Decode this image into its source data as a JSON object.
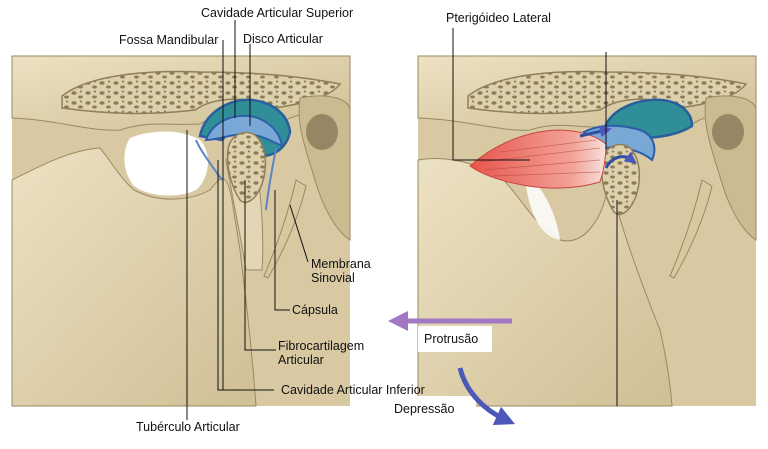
{
  "labels": {
    "superior_cavity": "Cavidade Articular Superior",
    "mandibular_fossa": "Fossa Mandibular",
    "articular_disc": "Disco Articular",
    "lateral_pterygoid": "Pterigóideo Lateral",
    "synovial_line1": "Membrana",
    "synovial_line2": "Sinovial",
    "capsule": "Cápsula",
    "fibrocartilage_line1": "Fibrocartilagem",
    "fibrocartilage_line2": "Articular",
    "inferior_cavity": "Cavidade Articular Inferior",
    "articular_tubercle": "Tubérculo Articular",
    "protrusion": "Protrusão",
    "depression": "Depressão"
  },
  "colors": {
    "bone": "#e3d6b4",
    "bone_dark": "#b6a57c",
    "bone_spongy": "#8b7b57",
    "cavity_teal": "#2f8e97",
    "disc_blue": "#3c6fb1",
    "muscle": "#e0584e",
    "arrow_protrusion": "#a277c4",
    "arrow_depression": "#4e58b8"
  }
}
